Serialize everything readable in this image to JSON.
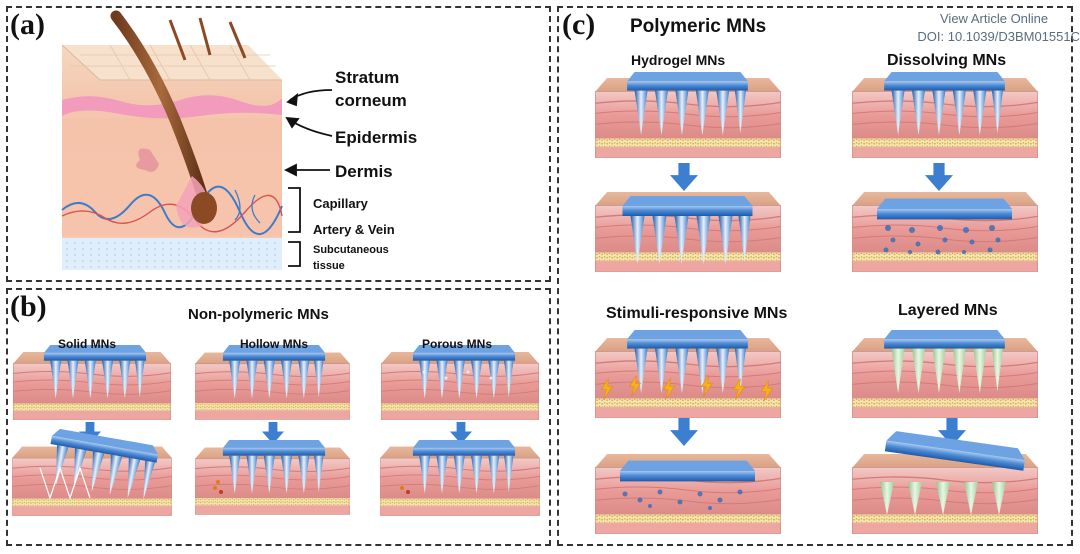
{
  "header": {
    "view_article": "View Article Online",
    "doi": "DOI: 10.1039/D3BM01551C"
  },
  "panel_a": {
    "label": "(a)",
    "stratum_corneum": [
      "Stratum",
      "corneum"
    ],
    "epidermis": "Epidermis",
    "dermis": "Dermis",
    "capillary": "Capillary",
    "artery_vein": "Artery & Vein",
    "subcutaneous": [
      "Subcutaneous",
      "tissue"
    ]
  },
  "panel_b": {
    "label": "(b)",
    "title": "Non-polymeric MNs",
    "items": [
      "Solid MNs",
      "Hollow MNs",
      "Porous MNs"
    ]
  },
  "panel_c": {
    "label": "(c)",
    "title": "Polymeric MNs",
    "items": [
      "Hydrogel MNs",
      "Dissolving MNs",
      "Stimuli-responsive MNs",
      "Layered MNs"
    ]
  },
  "colors": {
    "needle_blue": "#3d7cc9",
    "skin_pink": "#e7a79e",
    "fat_yellow": "#e9d27a",
    "arrow_blue": "#3c7fd0",
    "stimulus_orange": "#f5b21c"
  }
}
